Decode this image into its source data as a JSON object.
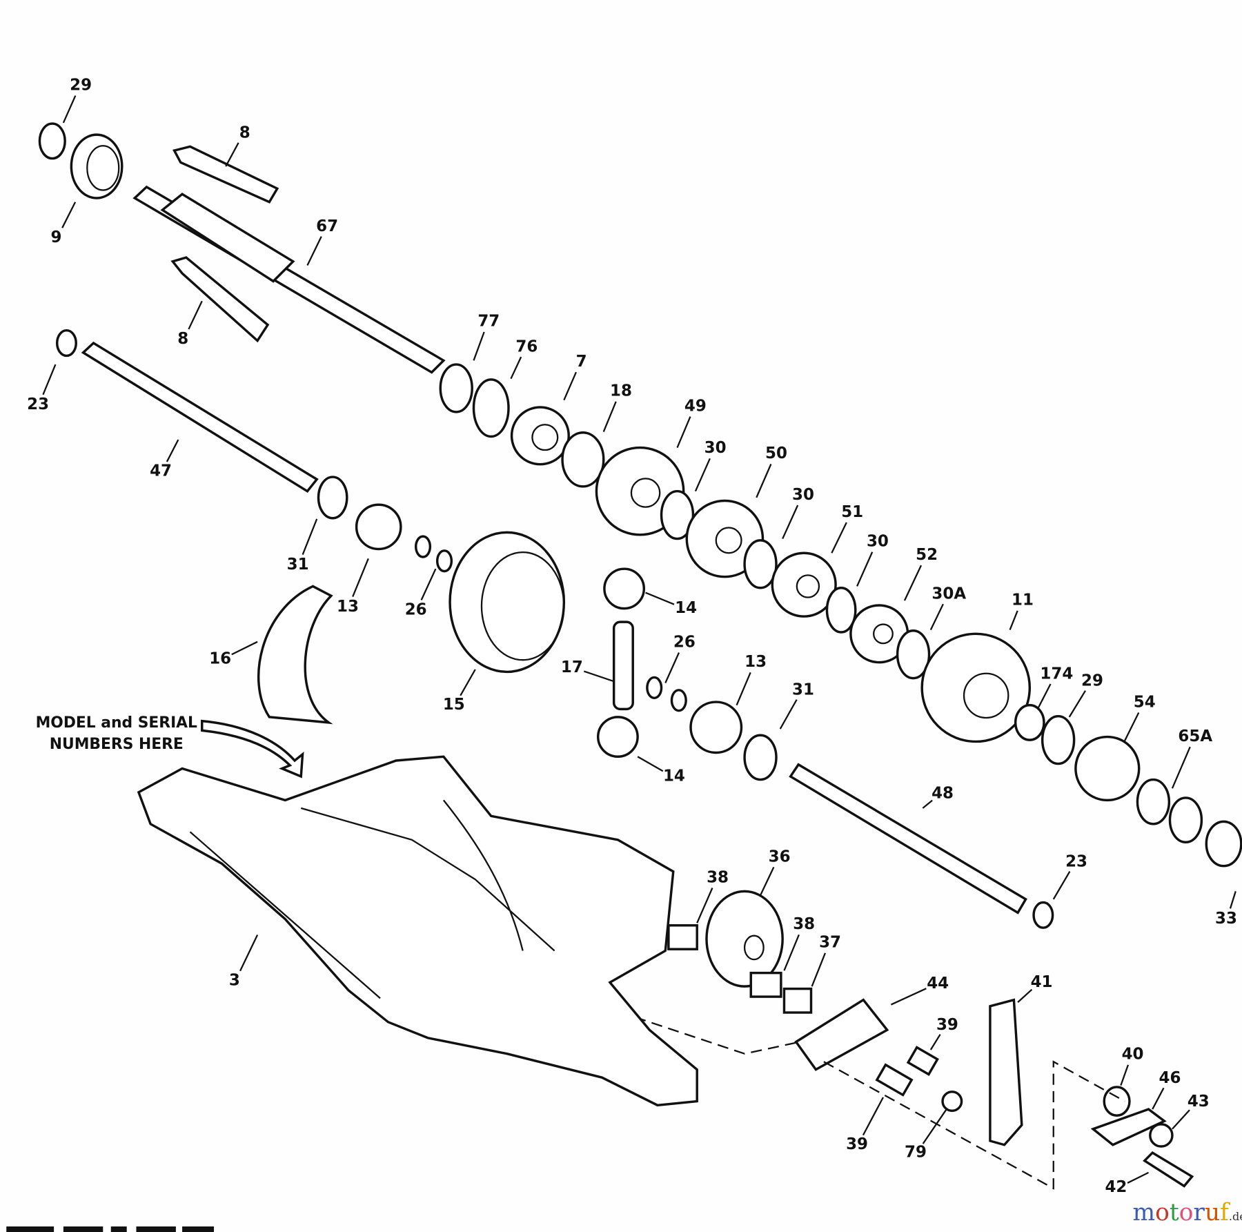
{
  "diagram": {
    "part_labels": [
      "29",
      "8",
      "9",
      "67",
      "8",
      "23",
      "77",
      "76",
      "7",
      "18",
      "49",
      "30",
      "50",
      "30",
      "51",
      "30",
      "52",
      "30A",
      "11",
      "47",
      "31",
      "13",
      "26",
      "14",
      "26",
      "16",
      "17",
      "13",
      "15",
      "31",
      "174",
      "29",
      "54",
      "65A",
      "14",
      "48",
      "36",
      "38",
      "23",
      "33",
      "38",
      "37",
      "3",
      "44",
      "41",
      "39",
      "40",
      "46",
      "43",
      "39",
      "79",
      "42"
    ],
    "note_lines": [
      "MODEL and SERIAL",
      "NUMBERS HERE"
    ],
    "watermark": {
      "main": "motoruf",
      "suffix": ".de",
      "colors": [
        "#3b5bb5",
        "#c0392b",
        "#2e9e44",
        "#e0507a",
        "#3b5bb5",
        "#d35400",
        "#e0a800",
        "#f1c40f"
      ]
    }
  }
}
